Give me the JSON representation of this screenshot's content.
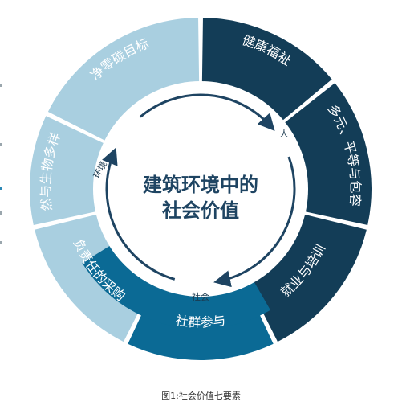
{
  "diagram": {
    "segments": [
      {
        "label": "净零碳目标",
        "color": "#a9cfe0"
      },
      {
        "label": "健康福祉",
        "color": "#133d57"
      },
      {
        "label": "多元、平等与包容",
        "color": "#133d57"
      },
      {
        "label": "就业与培训",
        "color": "#133d57"
      },
      {
        "label": "社群参与",
        "color": "#0b6a95"
      },
      {
        "label": "负责任的采购",
        "color": "#a9cfe0"
      },
      {
        "label": "自然与生物多样性",
        "color": "#a9cfe0"
      }
    ],
    "categories": {
      "people": "人",
      "society": "社会",
      "environment": "环境"
    },
    "center_title_line1": "建筑环境中的",
    "center_title_line2": "社会价值",
    "caption": "图1:社会价值七要素",
    "colors": {
      "dark": "#133d57",
      "medium": "#0b6a95",
      "light": "#a9cfe0",
      "arrow": "#1e4462"
    }
  }
}
